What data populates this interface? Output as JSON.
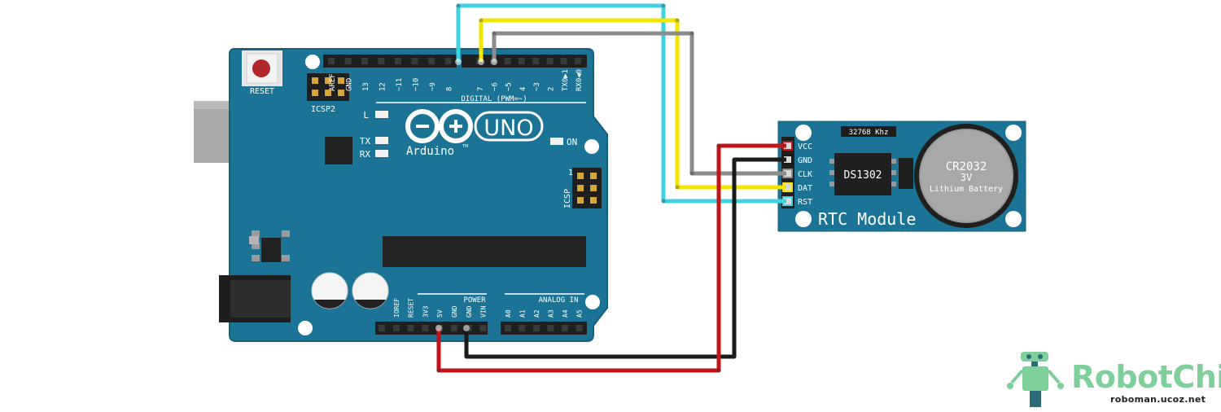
{
  "arduino": {
    "reset_label": "RESET",
    "icsp2_label": "ICSP2",
    "digital_header_label": "DIGITAL (PWM=~)",
    "led_l": "L",
    "led_tx": "TX",
    "led_rx": "RX",
    "led_on": "ON",
    "uno_text": "UNO",
    "brand_text": "Arduino",
    "trademark": "TM",
    "icsp_label": "ICSP",
    "icsp_pin1": "1",
    "power_label": "POWER",
    "analog_label": "ANALOG IN",
    "top_pin_labels": [
      "AREF",
      "GND",
      "13",
      "12",
      "~11",
      "~10",
      "~9",
      "8",
      "7",
      "~6",
      "~5",
      "4",
      "~3",
      "2",
      "TX0▶1",
      "RX0◀0"
    ],
    "power_pin_labels": [
      "IOREF",
      "RESET",
      "3V3",
      "5V",
      "GND",
      "GND",
      "VIN"
    ],
    "analog_pin_labels": [
      "A0",
      "A1",
      "A2",
      "A3",
      "A4",
      "A5"
    ]
  },
  "rtc": {
    "crystal_label": "32768 Khz",
    "chip_label": "DS1302",
    "battery_type": "CR2032",
    "battery_voltage": "3V",
    "battery_desc": "Lithium Battery",
    "module_title": "RTC Module",
    "pins": [
      "VCC",
      "GND",
      "CLK",
      "DAT",
      "RST"
    ]
  },
  "wires": [
    {
      "from": "5V",
      "to": "VCC",
      "color": "#c0161b"
    },
    {
      "from": "GND",
      "to": "GND",
      "color": "#1a1a1a"
    },
    {
      "from": "6",
      "to": "CLK",
      "color": "#8c8c8c"
    },
    {
      "from": "7",
      "to": "DAT",
      "color": "#f2e600"
    },
    {
      "from": "8",
      "to": "RST",
      "color": "#3fd2e0"
    }
  ],
  "colors": {
    "board": "#1b7496",
    "board_edge": "#155f7c",
    "silk": "#ffffff",
    "brand_green": "#7fcf9b"
  },
  "logo": {
    "name": "RobotChip",
    "url": "roboman.ucoz.net"
  }
}
